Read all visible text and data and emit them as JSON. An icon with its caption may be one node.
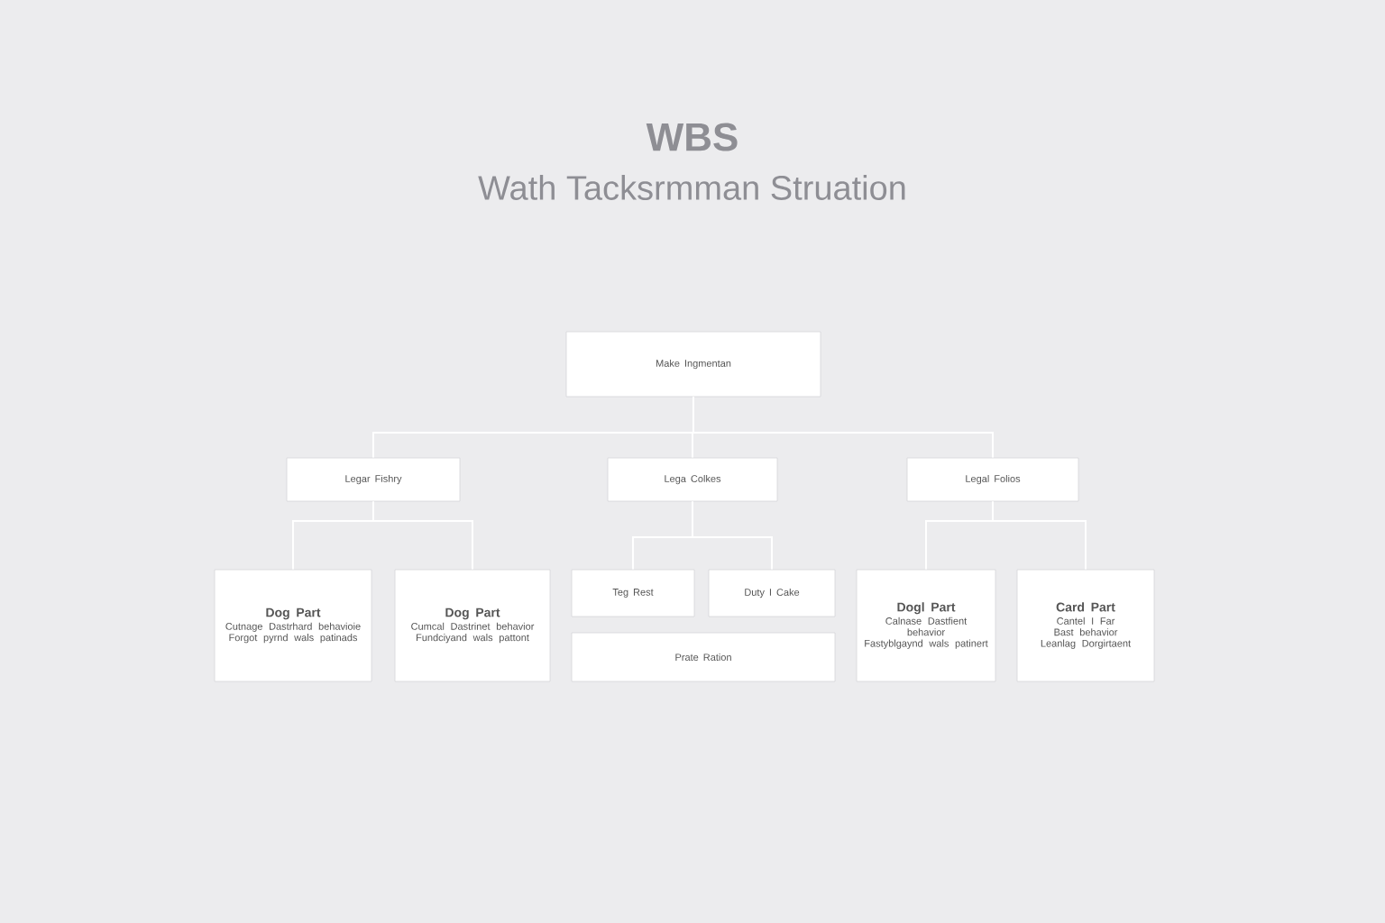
{
  "diagram": {
    "title": "WBS",
    "caption": "Wath Tacksrmman Struation",
    "nodes": [
      {
        "text": [
          "Make Ingmentan"
        ]
      },
      {
        "text": [
          "Legar Fishry"
        ]
      },
      {
        "text": [
          "Lega Colkes"
        ]
      },
      {
        "text": [
          "Legal Folios"
        ]
      },
      {
        "text": [
          "Dog Part",
          "Cutnage Dastrhard behavioie",
          "Forgot pyrnd wals patinads"
        ]
      },
      {
        "text": [
          "Dog Part",
          "Cumcal Dastrinet behavior",
          "Fundciyand wals pattont"
        ]
      },
      {
        "text": [
          "Teg Rest"
        ]
      },
      {
        "text": [
          "Duty I Cake"
        ]
      },
      {
        "text": [
          "Prate Ration"
        ]
      },
      {
        "text": [
          "Dogl Part",
          "Calnase Dastfient behavior",
          "Fastyblgaynd wals patinert"
        ]
      },
      {
        "text": [
          "Card Part",
          "Cantel I Far Bast behavior",
          "Leanlag Dorgirtaent"
        ]
      }
    ],
    "edges": [
      {
        "from": 0,
        "to": 1,
        "arrow": "none"
      },
      {
        "from": 0,
        "to": 2,
        "arrow": "none"
      },
      {
        "from": 0,
        "to": 3,
        "arrow": "none"
      },
      {
        "from": 1,
        "to": 4,
        "arrow": "none"
      },
      {
        "from": 1,
        "to": 5,
        "arrow": "none"
      },
      {
        "from": 2,
        "to": 6,
        "arrow": "none"
      },
      {
        "from": 2,
        "to": 7,
        "arrow": "none"
      },
      {
        "from": 3,
        "to": 9,
        "arrow": "none"
      },
      {
        "from": 3,
        "to": 10,
        "arrow": "none"
      }
    ]
  }
}
